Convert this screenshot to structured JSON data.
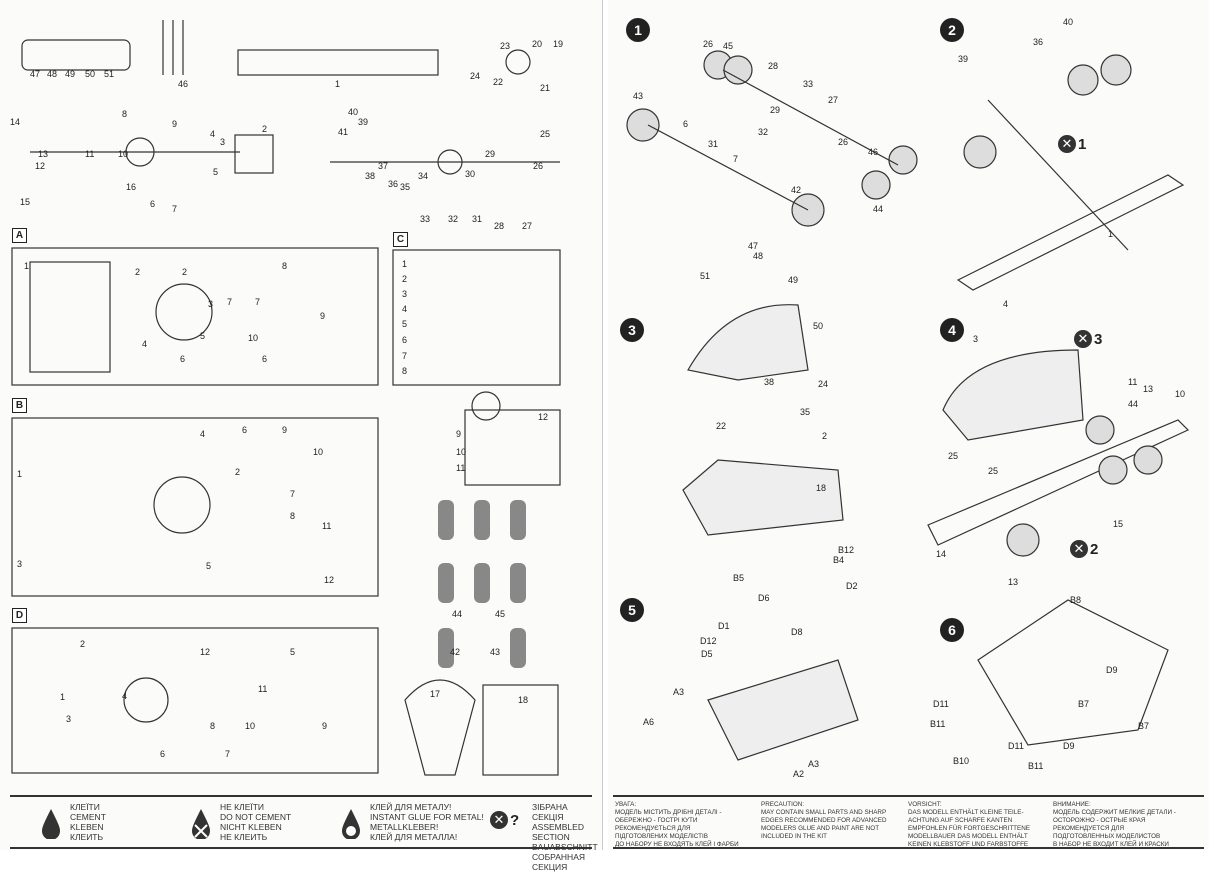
{
  "sprues": {
    "A": "A",
    "B": "B",
    "C": "C",
    "D": "D"
  },
  "loose_parts": [
    "47",
    "48",
    "49",
    "50",
    "51",
    "46",
    "1",
    "23",
    "20",
    "19",
    "24",
    "22",
    "21",
    "14",
    "8",
    "13",
    "11",
    "10",
    "12",
    "16",
    "15",
    "9",
    "4",
    "3",
    "2",
    "5",
    "7",
    "6",
    "40",
    "41",
    "39",
    "38",
    "37",
    "36",
    "35",
    "34",
    "33",
    "32",
    "31",
    "30",
    "29",
    "28",
    "27",
    "26",
    "25"
  ],
  "sprue_A_parts": [
    "1",
    "2",
    "2",
    "3",
    "4",
    "5",
    "6",
    "6",
    "7",
    "7",
    "8",
    "9",
    "10"
  ],
  "sprue_B_parts": [
    "1",
    "2",
    "3",
    "4",
    "6",
    "7",
    "8",
    "9",
    "10",
    "11",
    "5",
    "12"
  ],
  "sprue_C_parts": [
    "1",
    "2",
    "3",
    "4",
    "5",
    "6",
    "7",
    "8",
    "9",
    "10",
    "11",
    "12",
    "44",
    "45",
    "42",
    "43",
    "17",
    "18"
  ],
  "sprue_D_parts": [
    "1",
    "2",
    "3",
    "4",
    "5",
    "6",
    "7",
    "8",
    "9",
    "10",
    "11",
    "12"
  ],
  "steps": [
    "1",
    "2",
    "3",
    "4",
    "5",
    "6"
  ],
  "step_refs": {
    "s2": "1",
    "s4a": "3",
    "s4b": "2"
  },
  "step_parts": {
    "s1": [
      "26",
      "45",
      "28",
      "33",
      "43",
      "6",
      "29",
      "32",
      "27",
      "31",
      "7",
      "26",
      "46",
      "42",
      "44"
    ],
    "s2": [
      "40",
      "36",
      "39",
      "1"
    ],
    "s3": [
      "47",
      "48",
      "51",
      "49",
      "50",
      "38",
      "24",
      "35",
      "2",
      "22",
      "18"
    ],
    "s4": [
      "4",
      "3",
      "11",
      "13",
      "44",
      "10",
      "25",
      "25",
      "15",
      "14",
      "13"
    ],
    "s5": [
      "B12",
      "B4",
      "B5",
      "D6",
      "D2",
      "D1",
      "D8",
      "D12",
      "D5",
      "A3",
      "A6",
      "A3",
      "A2"
    ],
    "s6": [
      "B8",
      "D9",
      "B7",
      "B7",
      "D11",
      "B11",
      "D11",
      "D9",
      "B10",
      "B11"
    ]
  },
  "legend": [
    {
      "icon": "cement-drop-icon",
      "lines": [
        "КЛЕЇТИ",
        "CEMENT",
        "KLEBEN",
        "КЛЕИТЬ"
      ]
    },
    {
      "icon": "no-cement-icon",
      "lines": [
        "НЕ КЛЕЇТИ",
        "DO NOT CEMENT",
        "NICHT KLEBEN",
        "НЕ КЛЕИТЬ"
      ]
    },
    {
      "icon": "metal-glue-icon",
      "lines": [
        "КЛЕЙ ДЛЯ МЕТАЛУ!",
        "INSTANT GLUE FOR METAL!",
        "METALLKLEBER!",
        "КЛЕЙ ДЛЯ МЕТАЛЛА!"
      ]
    },
    {
      "icon": "assembled-section-icon",
      "symbol": "?",
      "lines": [
        "ЗІБРАНА СЕКЦІЯ",
        "ASSEMBLED SECTION",
        "BAUABSCHNITT",
        "СОБРАННАЯ СЕКЦИЯ"
      ]
    }
  ],
  "warnings": [
    {
      "lines": [
        "УВАГА:",
        "МОДЕЛЬ МІСТИТЬ ДРІБНІ ДЕТАЛІ -",
        "ОБЕРЕЖНО - ГОСТРІ КУТИ",
        "РЕКОМЕНДУЄТЬСЯ ДЛЯ",
        "ПІДГОТОВЛЕНИХ МОДЕЛІСТІВ",
        "ДО НАБОРУ НЕ ВХОДЯТЬ КЛЕЙ І ФАРБИ"
      ]
    },
    {
      "lines": [
        "PRECAUTION:",
        "MAY CONTAIN SMALL PARTS AND SHARP",
        "EDGES RECOMMENDED FOR ADVANCED",
        "MODELERS GLUE AND PAINT ARE NOT",
        "INCLUDED IN THE KIT"
      ]
    },
    {
      "lines": [
        "VORSICHT:",
        "DAS MODELL ENTHÄLT KLEINE TEILE-",
        "ACHTUNG AUF SCHARFE KANTEN",
        "EMPFOHLEN FÜR FORTGESCHRITTENE",
        "MODELLBAUER DAS MODELL ENTHÄLT",
        "KEINEN KLEBSTOFF UND FARBSTOFFE"
      ]
    },
    {
      "lines": [
        "ВНИМАНИЕ:",
        "МОДЕЛЬ СОДЕРЖИТ МЕЛКИЕ ДЕТАЛИ -",
        "ОСТОРОЖНО - ОСТРЫЕ КРАЯ",
        "РЕКОМЕНДУЕТСЯ ДЛЯ",
        "ПОДГОТОВЛЕННЫХ МОДЕЛИСТОВ",
        "В НАБОР НЕ ВХОДИТ КЛЕЙ И КРАСКИ"
      ]
    }
  ]
}
